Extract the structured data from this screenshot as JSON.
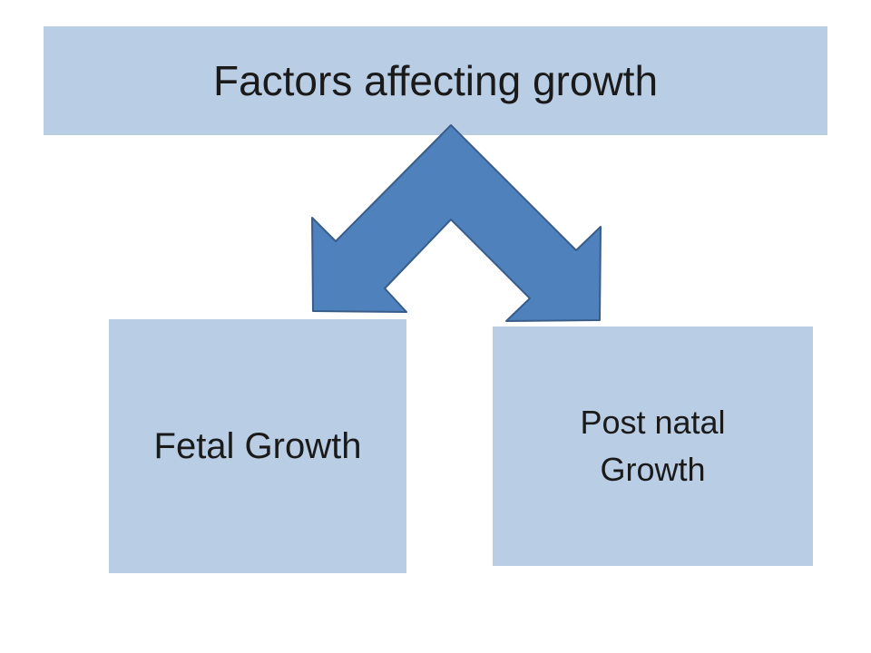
{
  "colors": {
    "box_fill": "#b9cde4",
    "arrow_fill": "#4f81bd",
    "arrow_stroke": "#385d8a",
    "text": "#1a1a1a"
  },
  "diagram": {
    "title": "Factors affecting growth",
    "branches": [
      {
        "label": "Fetal Growth"
      },
      {
        "label": "Post natal Growth"
      }
    ],
    "connector_icon": "split-arrow-icon"
  }
}
